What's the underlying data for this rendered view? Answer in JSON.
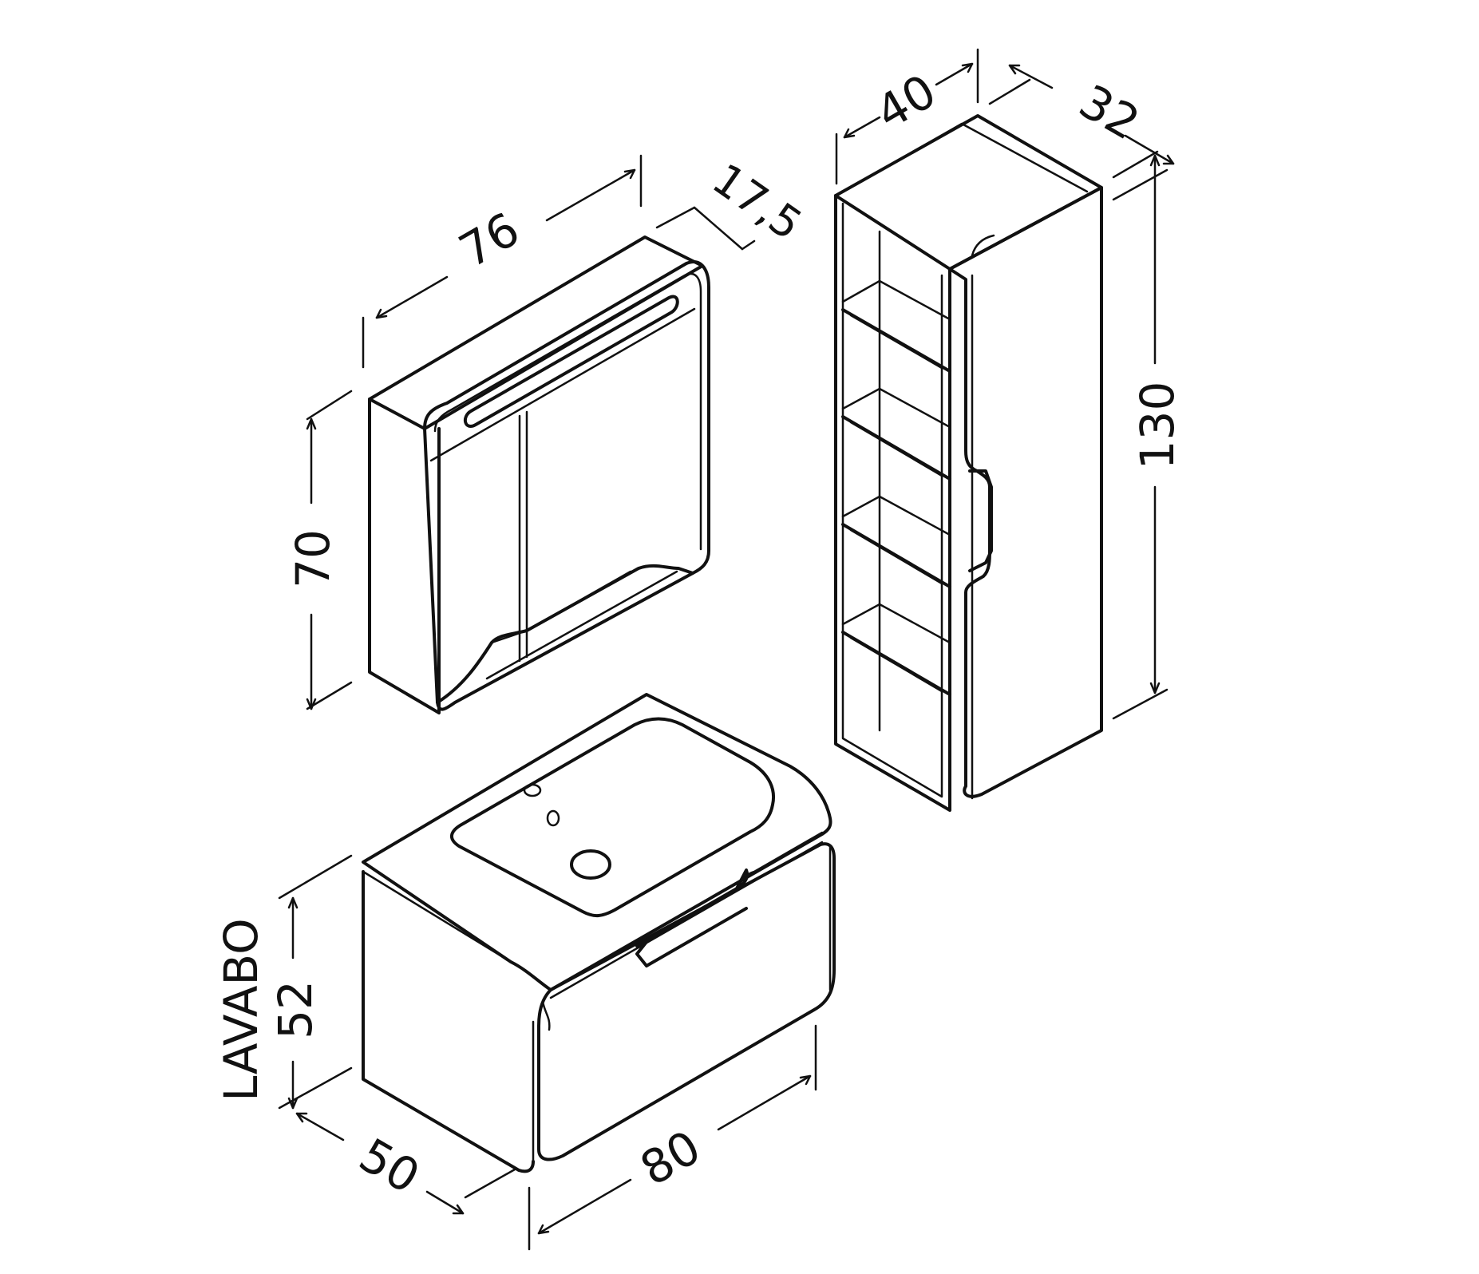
{
  "drawing": {
    "stroke_color": "#111111",
    "background_color": "#ffffff",
    "labels": {
      "mirror_width": "76",
      "mirror_depth": "17,5",
      "mirror_height": "70",
      "column_width": "40",
      "column_depth": "32",
      "column_height": "130",
      "basin_name": "LAVABO",
      "basin_height": "52",
      "basin_depth": "50",
      "basin_width": "80"
    }
  }
}
